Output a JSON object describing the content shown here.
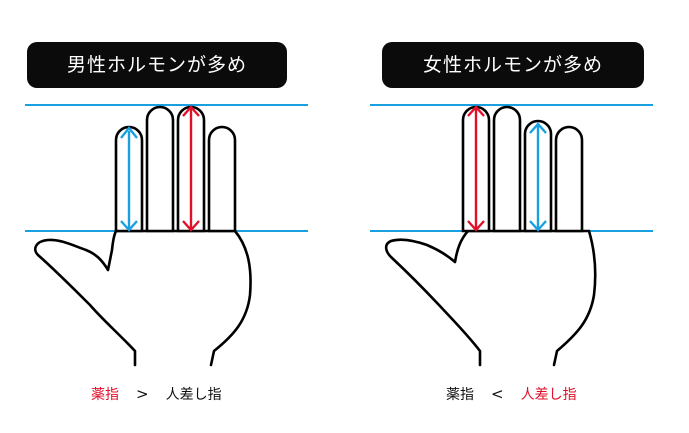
{
  "colors": {
    "red": "#e0102a",
    "blue": "#1aa0e0",
    "black": "#0b0b0b"
  },
  "panels": {
    "left": {
      "title": "男性ホルモンが多め",
      "caption": {
        "a": "薬指",
        "op": ">",
        "b": "人差し指"
      },
      "highlight": "a"
    },
    "right": {
      "title": "女性ホルモンが多め",
      "caption": {
        "a": "薬指",
        "op": "<",
        "b": "人差し指"
      },
      "highlight": "b"
    }
  }
}
